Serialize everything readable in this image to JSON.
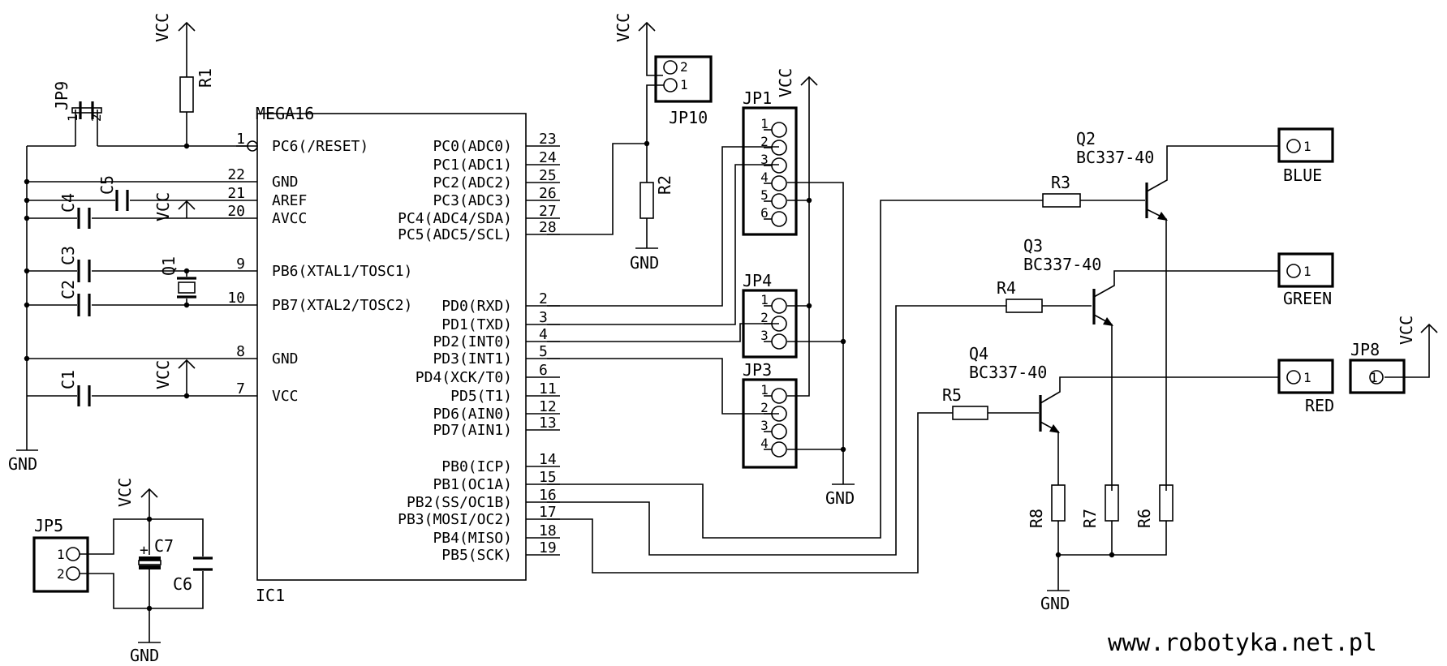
{
  "ic1": {
    "chip": "MEGA16",
    "ref": "IC1",
    "left_pins": [
      {
        "num": "1",
        "name": "PC6(/RESET)"
      },
      {
        "num": "22",
        "name": "GND"
      },
      {
        "num": "21",
        "name": "AREF"
      },
      {
        "num": "20",
        "name": "AVCC"
      },
      {
        "num": "9",
        "name": "PB6(XTAL1/TOSC1)"
      },
      {
        "num": "10",
        "name": "PB7(XTAL2/TOSC2)"
      },
      {
        "num": "8",
        "name": "GND"
      },
      {
        "num": "7",
        "name": "VCC"
      }
    ],
    "right_pins": [
      {
        "num": "23",
        "name": "PC0(ADC0)"
      },
      {
        "num": "24",
        "name": "PC1(ADC1)"
      },
      {
        "num": "25",
        "name": "PC2(ADC2)"
      },
      {
        "num": "26",
        "name": "PC3(ADC3)"
      },
      {
        "num": "27",
        "name": "PC4(ADC4/SDA)"
      },
      {
        "num": "28",
        "name": "PC5(ADC5/SCL)"
      },
      {
        "num": "2",
        "name": "PD0(RXD)"
      },
      {
        "num": "3",
        "name": "PD1(TXD)"
      },
      {
        "num": "4",
        "name": "PD2(INT0)"
      },
      {
        "num": "5",
        "name": "PD3(INT1)"
      },
      {
        "num": "6",
        "name": "PD4(XCK/T0)"
      },
      {
        "num": "11",
        "name": "PD5(T1)"
      },
      {
        "num": "12",
        "name": "PD6(AIN0)"
      },
      {
        "num": "13",
        "name": "PD7(AIN1)"
      },
      {
        "num": "14",
        "name": "PB0(ICP)"
      },
      {
        "num": "15",
        "name": "PB1(OC1A)"
      },
      {
        "num": "16",
        "name": "PB2(SS/OC1B)"
      },
      {
        "num": "17",
        "name": "PB3(MOSI/OC2)"
      },
      {
        "num": "18",
        "name": "PB4(MISO)"
      },
      {
        "num": "19",
        "name": "PB5(SCK)"
      }
    ]
  },
  "components": {
    "r1": "R1",
    "r2": "R2",
    "r3": "R3",
    "r4": "R4",
    "r5": "R5",
    "r6": "R6",
    "r7": "R7",
    "r8": "R8",
    "c1": "C1",
    "c2": "C2",
    "c3": "C3",
    "c4": "C4",
    "c5": "C5",
    "c6": "C6",
    "c7": "C7",
    "q1": "Q1",
    "q2": "Q2",
    "q3": "Q3",
    "q4": "Q4",
    "transistor_type": "BC337-40",
    "jp1": "JP1",
    "jp3": "JP3",
    "jp4": "JP4",
    "jp5": "JP5",
    "jp8": "JP8",
    "jp9": "JP9",
    "jp10": "JP10",
    "jp9_pin1": "1",
    "jp9_pin2": "2",
    "jp10_pins": [
      "2",
      "1"
    ],
    "jp1_pins": [
      "1",
      "2",
      "3",
      "4",
      "5",
      "6"
    ],
    "jp4_pins": [
      "1",
      "2",
      "3"
    ],
    "jp3_pins": [
      "1",
      "2",
      "3",
      "4"
    ],
    "jp5_pins": [
      "1",
      "2"
    ],
    "jp8_pin": "1",
    "c7_polarity": "+"
  },
  "outputs": {
    "blue": {
      "label": "BLUE",
      "pin": "1"
    },
    "green": {
      "label": "GREEN",
      "pin": "1"
    },
    "red": {
      "label": "RED",
      "pin": "1"
    }
  },
  "power": {
    "vcc": "VCC",
    "gnd": "GND"
  },
  "footer": {
    "website": "www.robotyka.net.pl"
  }
}
